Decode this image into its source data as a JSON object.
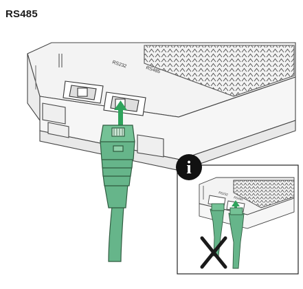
{
  "heading": "RS485",
  "main_illustration": {
    "port_labels": [
      "RS232",
      "RS485"
    ],
    "cable_color": "#66b58a",
    "arrow_color": "#2fa35c"
  },
  "info_inset": {
    "icon": "info-icon",
    "icon_glyph": "i",
    "port_labels": [
      "RS232",
      "RS485"
    ],
    "wrong_marker_icon": "cross-icon"
  }
}
